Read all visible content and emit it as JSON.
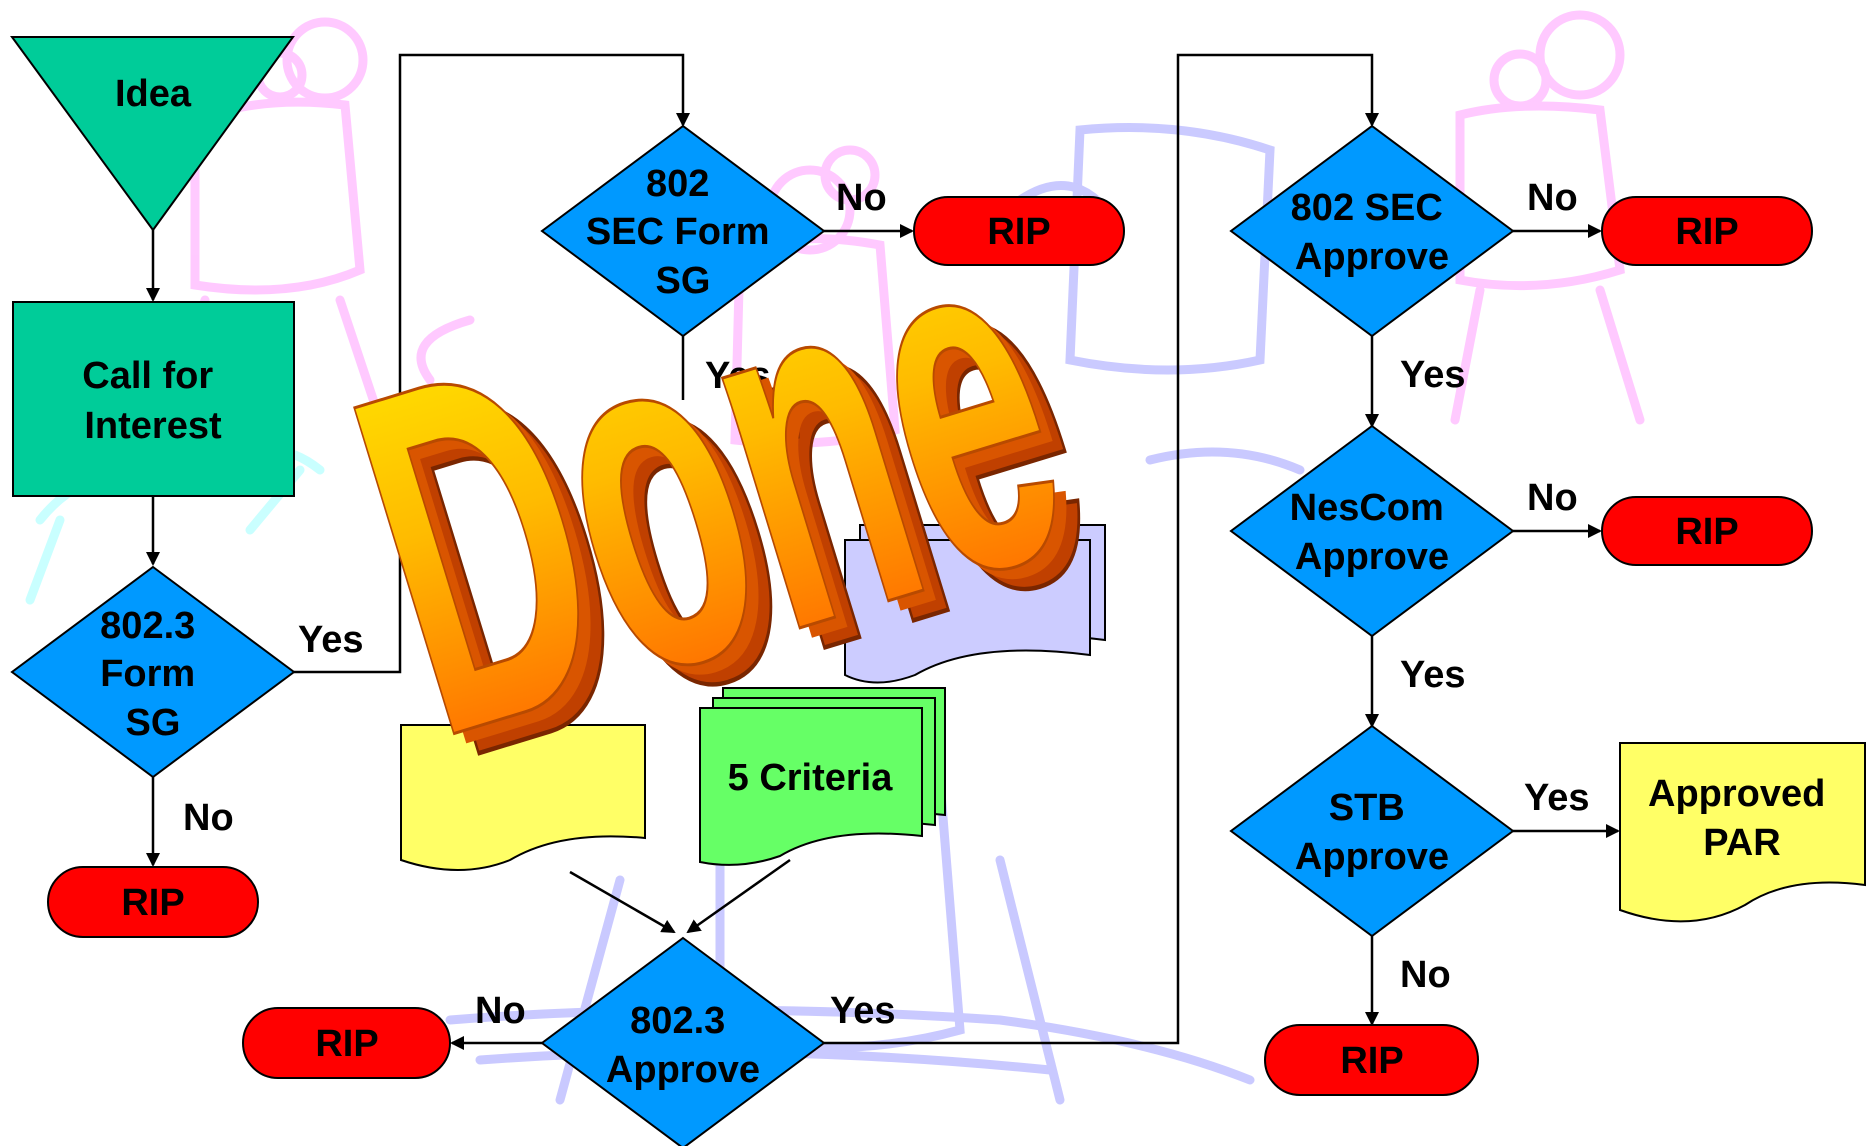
{
  "nodes": {
    "idea": "Idea",
    "call_for_interest": [
      "Call for",
      "Interest"
    ],
    "form_sg_8023": [
      "802.3",
      "Form",
      "SG"
    ],
    "rip_8023_form": "RIP",
    "sec_form_sg": [
      "802",
      "SEC Form",
      "SG"
    ],
    "rip_sec_form": "RIP",
    "doc_yellow": "",
    "doc_five_criteria": "5 Criteria",
    "approve_8023": [
      "802.3",
      "Approve"
    ],
    "rip_8023_approve": "RIP",
    "sec_approve": [
      "802 SEC",
      "Approve"
    ],
    "rip_sec_approve": "RIP",
    "nescom_approve": [
      "NesCom",
      "Approve"
    ],
    "rip_nescom": "RIP",
    "stb_approve": [
      "STB",
      "Approve"
    ],
    "approved_par": [
      "Approved",
      "PAR"
    ],
    "rip_stb": "RIP"
  },
  "edge_labels": {
    "form_sg_yes": "Yes",
    "form_sg_no": "No",
    "sec_form_no": "No",
    "sec_form_yes": "Yes",
    "approve_8023_no": "No",
    "approve_8023_yes": "Yes",
    "sec_approve_no": "No",
    "sec_approve_yes": "Yes",
    "nescom_no": "No",
    "nescom_yes": "Yes",
    "stb_yes": "Yes",
    "stb_no": "No"
  },
  "overlay": {
    "done_text": "Done"
  },
  "colors": {
    "start_fill": "#00cc99",
    "process_fill": "#00cc99",
    "decision_fill": "#0099ff",
    "terminal_fill": "#ff0000",
    "document_yellow": "#ffff66",
    "document_green": "#66ff66",
    "document_lavender": "#ccccff",
    "done_gold": "#ffcc00",
    "done_orange": "#ff6600"
  }
}
